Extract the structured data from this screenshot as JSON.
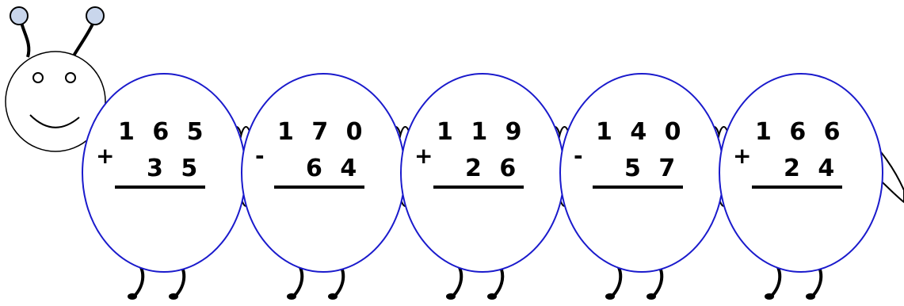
{
  "colors": {
    "body_outline": "#1a1acc",
    "line": "#000000",
    "antenna_tip": "#c9d6ec"
  },
  "segments": [
    {
      "top": "1 6 5",
      "operator": "+",
      "bottom": "3 5"
    },
    {
      "top": "1 7 0",
      "operator": "-",
      "bottom": "6 4"
    },
    {
      "top": "1 1 9",
      "operator": "+",
      "bottom": "2 6"
    },
    {
      "top": "1 4 0",
      "operator": "-",
      "bottom": "5 7"
    },
    {
      "top": "1 6 6",
      "operator": "+",
      "bottom": "2 4"
    }
  ]
}
